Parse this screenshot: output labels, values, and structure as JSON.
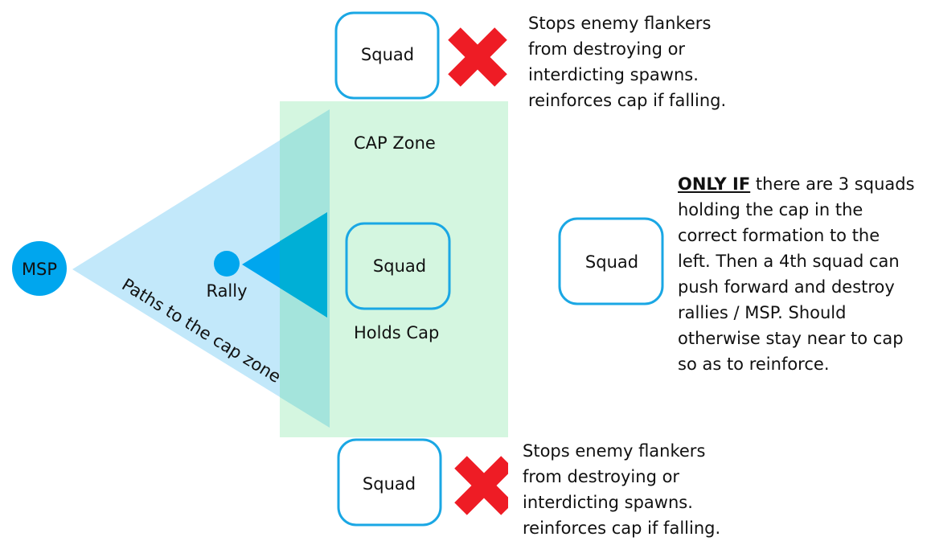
{
  "colors": {
    "cap_zone_fill": "#d4f6e0",
    "path_cone_fill": "#c2e8fa",
    "overlap_fill": "#a4e4dc",
    "rally_arrow_fill": "#00a6ee",
    "msp_fill": "#00a6ee",
    "squad_border": "#1aa7e4",
    "cross_color": "#ee1c25"
  },
  "msp": {
    "label": "MSP"
  },
  "rally": {
    "label": "Rally"
  },
  "paths_label": "Paths to the cap zone",
  "cap_zone": {
    "label": "CAP Zone"
  },
  "squads": {
    "top": {
      "label": "Squad"
    },
    "center": {
      "label": "Squad",
      "caption": "Holds Cap"
    },
    "right": {
      "label": "Squad"
    },
    "bottom": {
      "label": "Squad"
    }
  },
  "notes": {
    "top": [
      "Stops enemy flankers",
      "from destroying or",
      "interdicting spawns.",
      "reinforces cap if falling."
    ],
    "bottom": [
      "Stops enemy flankers",
      "from destroying or",
      "interdicting spawns.",
      "reinforces cap if falling."
    ],
    "right": {
      "emphasis": "ONLY IF",
      "first_line_rest": " there are 3 squads",
      "lines": [
        "holding the cap in the",
        "correct formation to the",
        "left. Then a 4th squad can",
        "push forward and destroy",
        "rallies / MSP. Should",
        "otherwise stay near to cap",
        "so as to reinforce."
      ]
    }
  }
}
